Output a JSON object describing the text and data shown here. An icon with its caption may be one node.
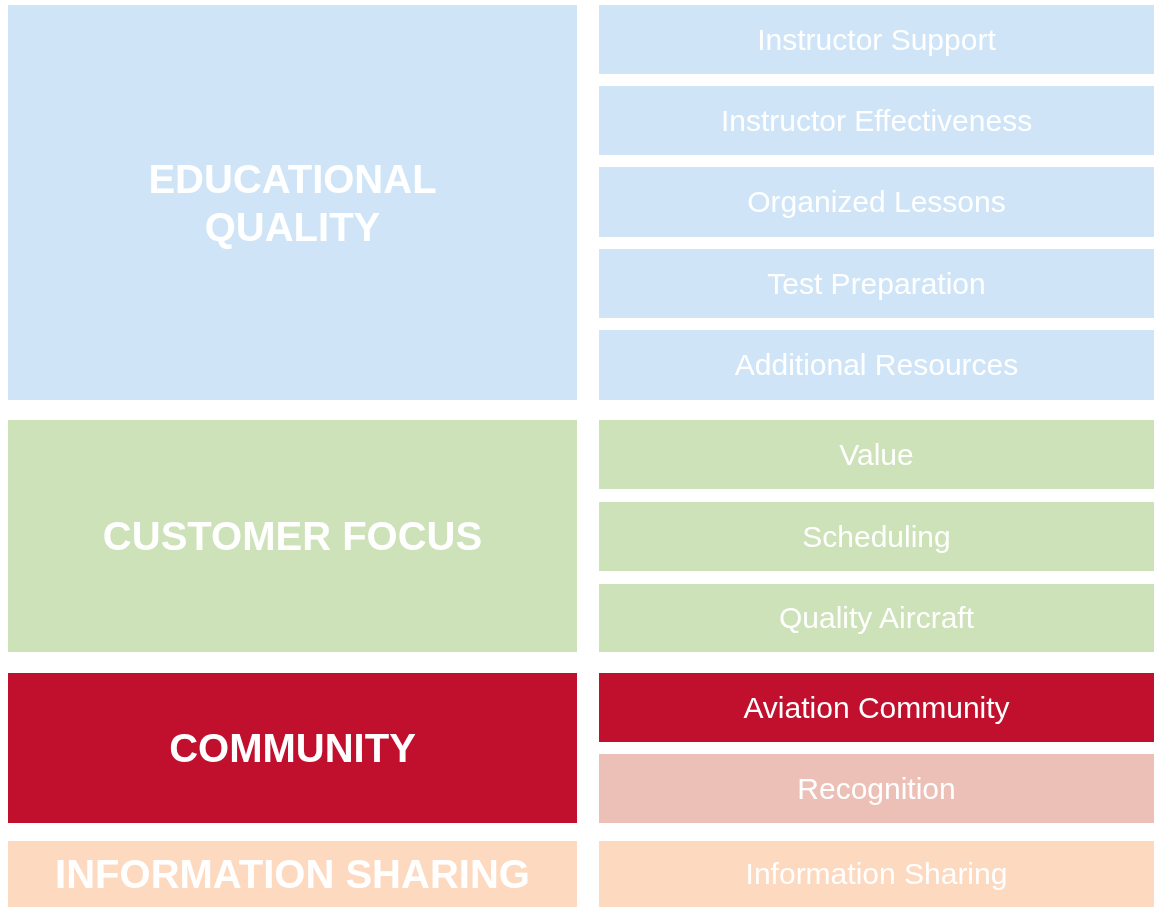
{
  "diagram": {
    "nodes": [
      {
        "text": [
          "EDUCATIONAL QUALITY"
        ]
      },
      {
        "text": [
          "Instructor Support"
        ]
      },
      {
        "text": [
          "Instructor Effectiveness"
        ]
      },
      {
        "text": [
          "Organized Lessons"
        ]
      },
      {
        "text": [
          "Test Preparation"
        ]
      },
      {
        "text": [
          "Additional Resources"
        ]
      },
      {
        "text": [
          "CUSTOMER FOCUS"
        ]
      },
      {
        "text": [
          "Value"
        ]
      },
      {
        "text": [
          "Scheduling"
        ]
      },
      {
        "text": [
          "Quality Aircraft"
        ]
      },
      {
        "text": [
          "COMMUNITY"
        ]
      },
      {
        "text": [
          "Aviation Community"
        ]
      },
      {
        "text": [
          "Recognition"
        ]
      },
      {
        "text": [
          "INFORMATION SHARING"
        ]
      },
      {
        "text": [
          "Information Sharing"
        ]
      }
    ]
  }
}
